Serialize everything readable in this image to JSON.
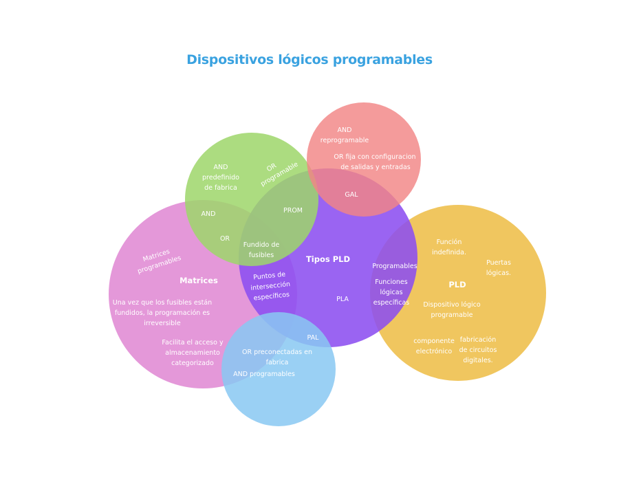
{
  "title": "Dispositivos lógicos programables",
  "colors": {
    "title": "#3aa2e0",
    "matrices": "#e28fd6",
    "tipos_pld": "#8c4ff0",
    "green": "#9ed66a",
    "red": "#f18585",
    "blue": "#88c8f2",
    "pld": "#efc151",
    "label": "#ffffff"
  },
  "circles": [
    {
      "id": "matrices",
      "label": "Matrices"
    },
    {
      "id": "tipos_pld",
      "label": "Tipos PLD"
    },
    {
      "id": "pld",
      "label": "PLD"
    },
    {
      "id": "prom",
      "label": "PROM"
    },
    {
      "id": "gal",
      "label": "GAL"
    },
    {
      "id": "pal",
      "label": "PAL"
    }
  ],
  "labels": {
    "gal_and": "AND",
    "gal_and2": "reprogramable",
    "gal_or1": "OR fija con configuracion",
    "gal_or2": "de salidas y entradas",
    "gal": "GAL",
    "prom_and1": "AND",
    "prom_and2": "predefinido",
    "prom_and3": "de fabrica",
    "prom_or1": "OR",
    "prom_or2": "programable",
    "prom": "PROM",
    "and": "AND",
    "or": "OR",
    "fundido1": "Fundido de",
    "fundido2": "fusibles",
    "matrices_prog1": "Matrices",
    "matrices_prog2": "programables",
    "matrices": "Matrices",
    "irrev1": "Una vez que los fusibles están",
    "irrev2": "fundidos, la programación es",
    "irrev3": "irreversible",
    "facilita1": "Facilita el acceso y",
    "facilita2": "almacenamiento",
    "facilita3": "categorizado",
    "puntos1": "Puntos de",
    "puntos2": "intersección",
    "puntos3": "específicos",
    "tipos_pld": "Tipos PLD",
    "pla": "PLA",
    "pal": "PAL",
    "pal_or1": "OR preconectadas en",
    "pal_or2": "fabrica",
    "pal_and": "AND programables",
    "programables": "Programables",
    "funciones1": "Funciones",
    "funciones2": "lógicas",
    "funciones3": "específicas",
    "pld": "PLD",
    "funcion1": "Función",
    "funcion2": "indefinida.",
    "puertas1": "Puertas",
    "puertas2": "lógicas.",
    "dispositivo1": "Dispositivo lógico",
    "dispositivo2": "programable",
    "componente1": "componente",
    "componente2": "electrónico",
    "fabricacion1": "fabricación",
    "fabricacion2": "de circuitos",
    "fabricacion3": "digitales."
  }
}
